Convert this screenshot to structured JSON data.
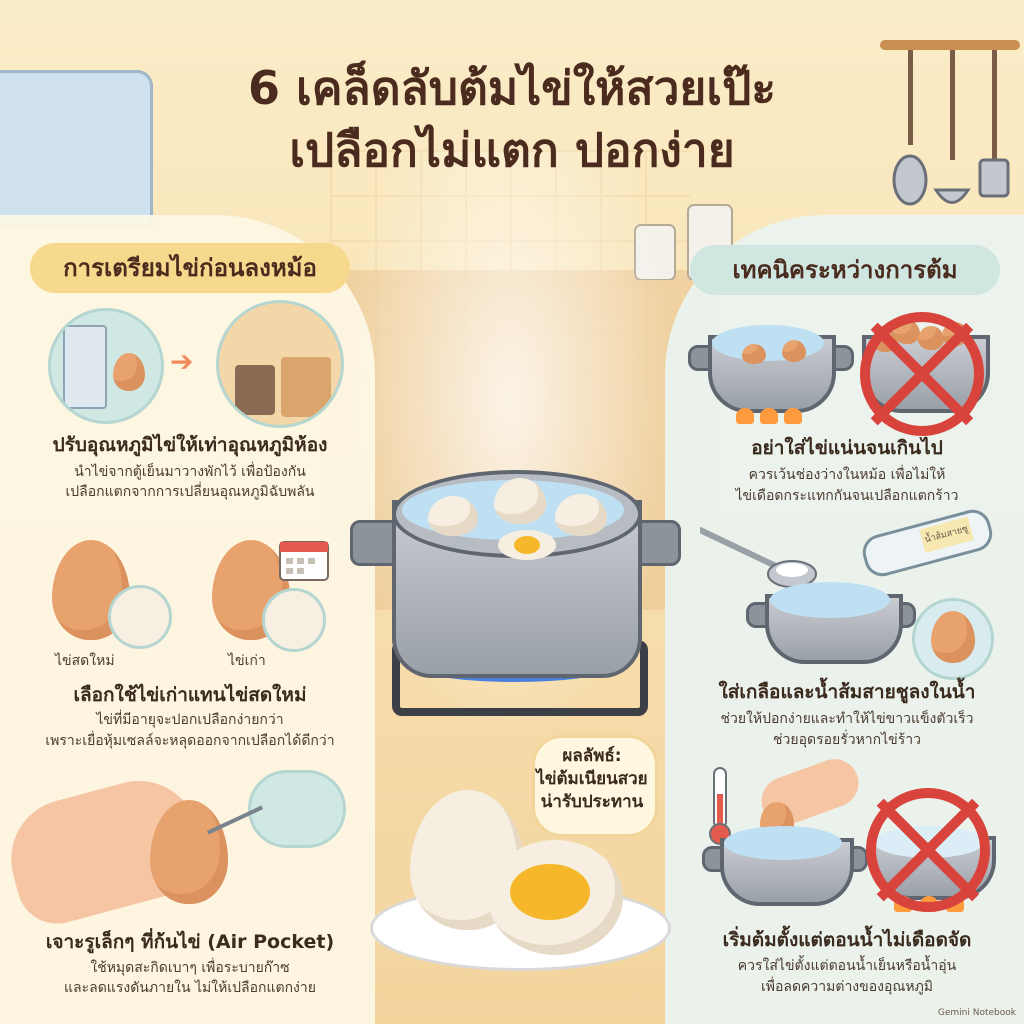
{
  "title": {
    "line1": "6 เคล็ดลับต้มไข่ให้สวยเป๊ะ",
    "line2": "เปลือกไม่แตก ปอกง่าย"
  },
  "left_panel": {
    "header": "การเตรียมไข่ก่อนลงหม้อ",
    "tips": [
      {
        "title": "ปรับอุณหภูมิไข่ให้เท่าอุณหภูมิห้อง",
        "text": [
          "นำไข่จากตู้เย็นมาวางพักไว้ เพื่อป้องกัน",
          "เปลือกแตกจากการเปลี่ยนอุณหภูมิฉับพลัน"
        ]
      },
      {
        "title": "เลือกใช้ไข่เก่าแทนไข่สดใหม่",
        "text": [
          "ไข่ที่มีอายุจะปอกเปลือกง่ายกว่า",
          "เพราะเยื่อหุ้มเซลล์จะหลุดออกจากเปลือกได้ดีกว่า"
        ]
      },
      {
        "title": "เจาะรูเล็กๆ ที่ก้นไข่ (Air Pocket)",
        "text": [
          "ใช้หมุดสะกิดเบาๆ เพื่อระบายก๊าซ",
          "และลดแรงดันภายใน ไม่ให้เปลือกแตกง่าย"
        ]
      }
    ],
    "egg_labels": {
      "fresh": "ไข่สดใหม่",
      "old": "ไข่เก่า"
    }
  },
  "right_panel": {
    "header": "เทคนิคระหว่างการต้ม",
    "tips": [
      {
        "title": "อย่าใส่ไข่แน่นจนเกินไป",
        "text": [
          "ควรเว้นช่องว่างในหม้อ เพื่อไม่ให้",
          "ไข่เดือดกระแทกกันจนเปลือกแตกร้าว"
        ]
      },
      {
        "title": "ใส่เกลือและน้ำส้มสายชูลงในน้ำ",
        "text": [
          "ช่วยให้ปอกง่ายและทำให้ไข่ขาวแข็งตัวเร็ว",
          "ช่วยอุดรอยรั่วหากไข่ร้าว"
        ]
      },
      {
        "title": "เริ่มต้มตั้งแต่ตอนน้ำไม่เดือดจัด",
        "text": [
          "ควรใส่ไข่ตั้งแต่ตอนน้ำเย็นหรือน้ำอุ่น",
          "เพื่อลดความต่างของอุณหภูมิ"
        ]
      }
    ],
    "bottle_label": "น้ำส้มสายชู"
  },
  "result": {
    "line1": "ผลลัพธ์:",
    "line2": "ไข่ต้มเนียนสวย",
    "line3": "น่ารับประทาน"
  },
  "credit": "Gemini Notebook",
  "colors": {
    "title": "#4a2b1d",
    "left_pill": "#f7d98d",
    "right_pill": "#cfe6e1",
    "ban": "#d8443b",
    "egg": "#e8a26e",
    "yolk": "#f6b82a"
  }
}
